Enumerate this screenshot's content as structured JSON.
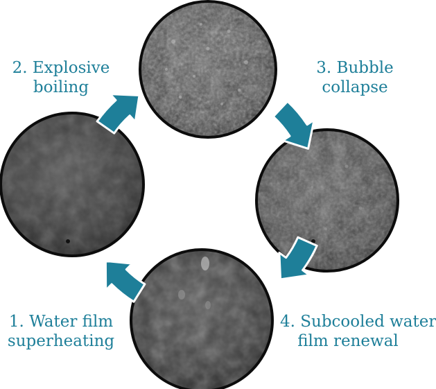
{
  "diagram": {
    "arrow_color": "#1e7f99",
    "label_color": "#1e7f99",
    "photo_base_color": "#3d3d3d",
    "photo_rim_color": "#0c0c0c",
    "stages": [
      {
        "id": "1",
        "line1": "1. Water film",
        "line2": "superheating",
        "photo": "dark droplet photo"
      },
      {
        "id": "2",
        "line1": "2. Explosive",
        "line2": "boiling",
        "photo": "speckled boiling droplet photo"
      },
      {
        "id": "3",
        "line1": "3. Bubble",
        "line2": "collapse",
        "photo": "mottled droplet photo"
      },
      {
        "id": "4",
        "line1": "4. Subcooled water",
        "line2": "film renewal",
        "photo": "patchy droplet photo"
      }
    ]
  }
}
